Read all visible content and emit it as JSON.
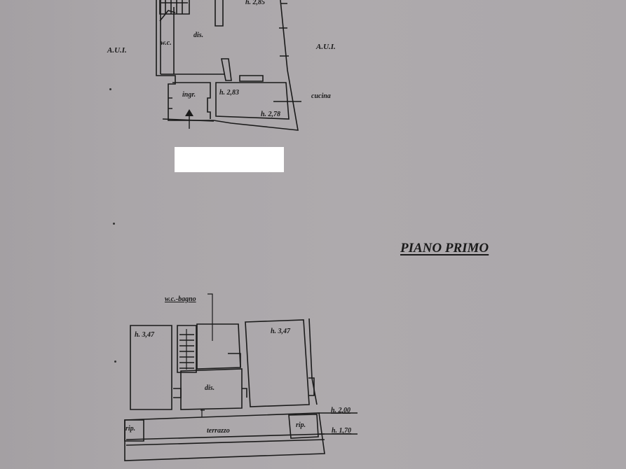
{
  "document": {
    "type": "floor-plan",
    "colors": {
      "paper": "#aba7aa",
      "ink": "#1a1a1a",
      "redaction": "#ffffff"
    }
  },
  "ground_floor": {
    "labels": {
      "height_top": "h. 2,85",
      "wc": "w.c.",
      "dis": "dis.",
      "aui_left": "A.U.I.",
      "aui_right": "A.U.I.",
      "ingr": "ingr.",
      "h_283": "h. 2,83",
      "cucina": "cucina",
      "h_278": "h. 2,78"
    }
  },
  "first_floor": {
    "title": "PIANO PRIMO",
    "labels": {
      "wc_bagno": "w.c.-bagno",
      "h_left": "h. 3,47",
      "h_right": "h. 3,47",
      "dis": "dis.",
      "h_200": "h. 2,00",
      "h_170": "h. 1,70",
      "rip_left": "rip.",
      "rip_right": "rip.",
      "terrazzo": "terrazzo"
    }
  }
}
